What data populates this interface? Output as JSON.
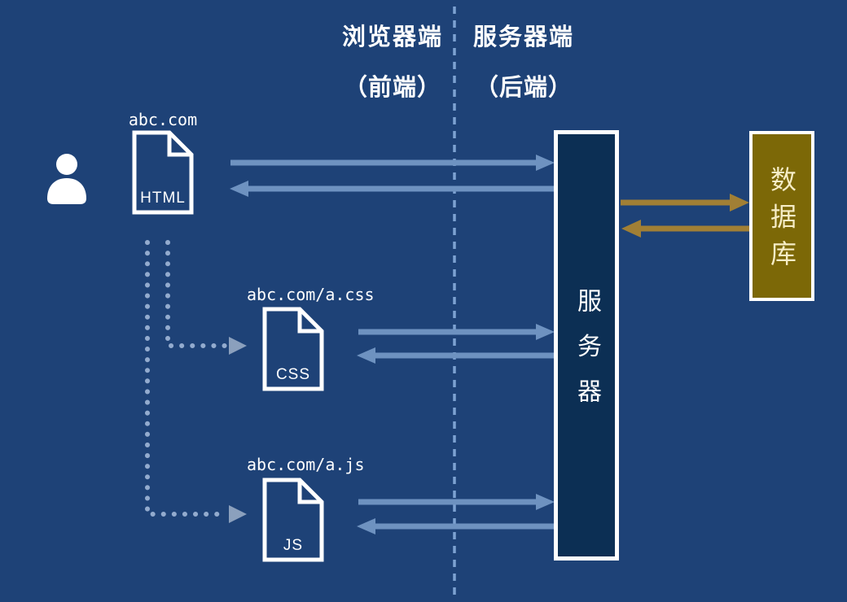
{
  "header": {
    "browser": {
      "title": "浏览器端",
      "subtitle": "（前端）"
    },
    "server": {
      "title": "服务器端",
      "subtitle": "（后端）"
    }
  },
  "files": {
    "html": {
      "url": "abc.com",
      "type": "HTML"
    },
    "css": {
      "url": "abc.com/a.css",
      "type": "CSS"
    },
    "js": {
      "url": "abc.com/a.js",
      "type": "JS"
    }
  },
  "server_box": {
    "label": "服务器"
  },
  "database_box": {
    "label": "数据库"
  },
  "icons": {
    "user": "person-icon",
    "html_file": "document-with-folded-corner-icon",
    "css_file": "document-with-folded-corner-icon",
    "js_file": "document-with-folded-corner-icon"
  },
  "colors": {
    "background": "#1e4277",
    "server_fill": "#0c2f54",
    "database_fill": "#7c6807",
    "database_text": "#f6edc6",
    "blue_arrow": "#6e92c0",
    "gold_arrow": "#a17f35",
    "dotted_line": "#93abce",
    "dotted_arrowhead": "#8ba0bd",
    "divider_dash": "#7da2d2",
    "text_white": "#ffffff"
  }
}
